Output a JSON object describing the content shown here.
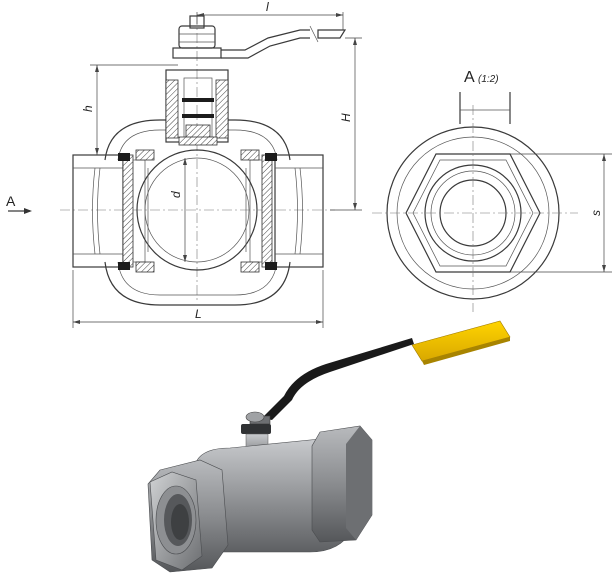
{
  "labels": {
    "handle_length": "l",
    "height_total": "H",
    "height_stem": "h",
    "bore_diameter": "d",
    "body_length": "L",
    "view_arrow": "A",
    "view_title": "A",
    "view_scale": "(1:2)",
    "across_flats": "s"
  },
  "colors": {
    "line": "#3a3a3a",
    "handle_grip": "#f2c200",
    "handle_bar": "#1a1a1a",
    "body_metal": "#8c8e91"
  }
}
